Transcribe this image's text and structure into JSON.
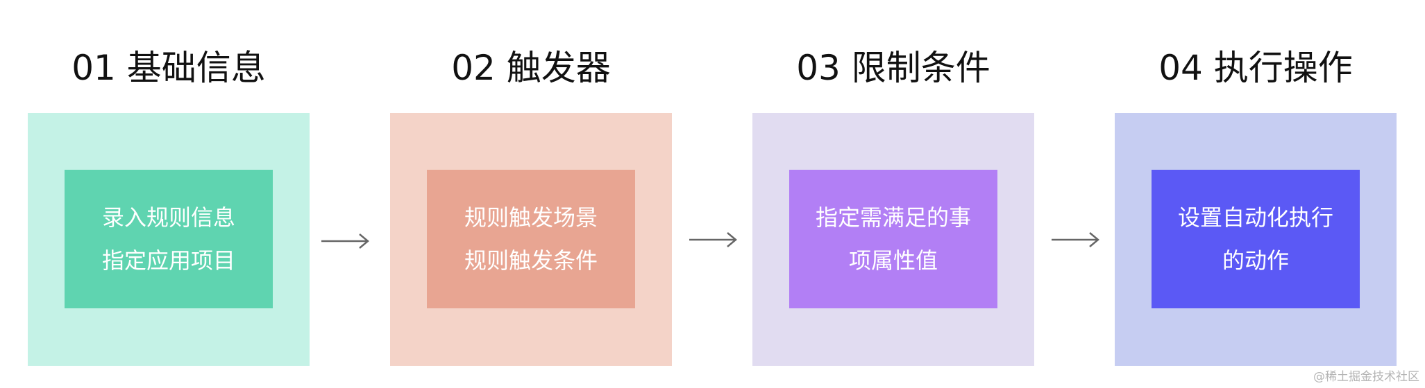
{
  "steps": [
    {
      "title": "01 基础信息",
      "lines": [
        "录入规则信息",
        "指定应用项目"
      ],
      "outer_color": "#c4f2e6",
      "inner_color": "#5fd4b0"
    },
    {
      "title": "02 触发器",
      "lines": [
        "规则触发场景",
        "规则触发条件"
      ],
      "outer_color": "#f4d3c8",
      "inner_color": "#e8a592"
    },
    {
      "title": "03 限制条件",
      "lines": [
        "指定需满足的事",
        "项属性值"
      ],
      "outer_color": "#e1dcf1",
      "inner_color": "#b27ff5"
    },
    {
      "title": "04 执行操作",
      "lines": [
        "设置自动化执行",
        "的动作"
      ],
      "outer_color": "#c6cdf2",
      "inner_color": "#5b59f5"
    }
  ],
  "arrow_color": "#666666",
  "watermark": "@稀土掘金技术社区"
}
